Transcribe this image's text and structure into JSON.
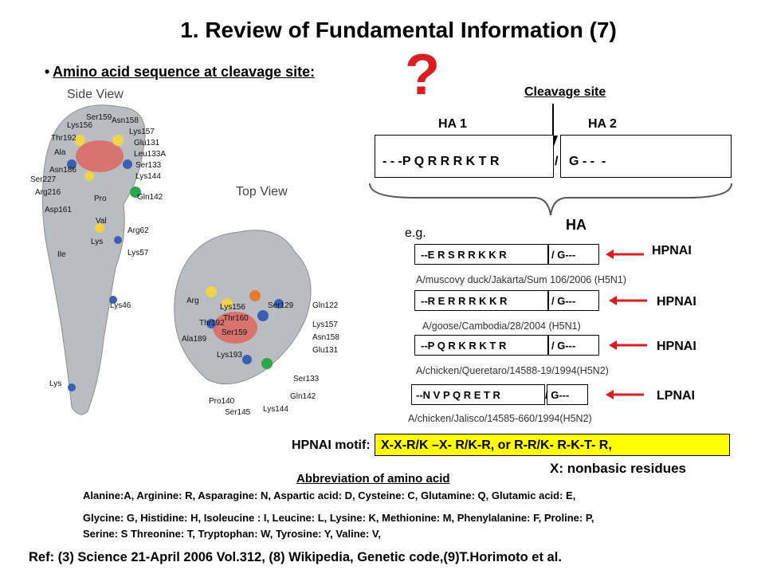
{
  "title": "1. Review of Fundamental Information (7)",
  "subtitle": "Amino acid sequence at cleavage site:",
  "question_mark": "?",
  "figure": {
    "side_view_label": "Side View",
    "top_view_label": "Top View",
    "side_residues": [
      "Lys156",
      "Ser159",
      "Asn158",
      "Thr192",
      "Lys157",
      "Ala",
      "Glu131",
      "Leu133A",
      "Asn186",
      "Ser133",
      "Ser227",
      "Lys144",
      "Arg216",
      "Pro",
      "Gln142",
      "Asp161",
      "Val",
      "Arg62",
      "Lys",
      "Lys57",
      "Ile",
      "Lys46",
      "Lys"
    ],
    "top_residues": [
      "Arg",
      "Lys156",
      "Ser129",
      "Gln122",
      "Thr160",
      "Thr192",
      "Lys157",
      "Ser159",
      "Asn158",
      "Ala189",
      "Glu131",
      "Lys193",
      "Ser133",
      "Gln142",
      "Pro140",
      "Ser145",
      "Lys144"
    ]
  },
  "cleavage": {
    "label": "Cleavage site",
    "ha1": "HA 1",
    "ha2": "HA 2",
    "left_seq": "- - -P Q R R R K T R",
    "slash": "/",
    "right_seq": "G - -  -",
    "ha": "HA"
  },
  "eg": "e.g.",
  "variants": [
    {
      "left": "--E R S R R K K R",
      "right": "/ G---",
      "strain": "A/muscovy duck/Jakarta/Sum 106/2006 (H5N1)",
      "type": "HPNAI"
    },
    {
      "left": "--R E R R R K K R",
      "right": "/ G---",
      "strain": "A/goose/Cambodia/28/2004 (H5N1)",
      "type": "HPNAI"
    },
    {
      "left": "--P Q R K R K T R",
      "right": "/ G---",
      "strain": "A/chicken/Queretaro/14588-19/1994(H5N2)",
      "type": "HPNAI"
    },
    {
      "left": "--N V P Q R E T R",
      "right": "/ G---",
      "strain": "A/chicken/Jalisco/14585-660/1994(H5N2)",
      "type": "LPNAI"
    }
  ],
  "motif": {
    "label": "HPNAI motif:",
    "text": "X-X-R/K –X- R/K-R, or  R-R/K- R-K-T- R,",
    "note": "X: nonbasic  residues"
  },
  "abbr": {
    "title": "Abbreviation of amino acid",
    "line1": "Alanine:A, Arginine: R, Asparagine: N, Aspartic acid: D, Cysteine: C, Glutamine: Q, Glutamic acid: E,",
    "line2": "Glycine: G, Histidine: H, Isoleucine : I, Leucine: L, Lysine: K, Methionine: M, Phenylalanine: F, Proline: P,",
    "line3": "Serine: S  Threonine: T, Tryptophan: W, Tyrosine: Y, Valine: V,"
  },
  "ref": "Ref: (3) Science 21-April 2006 Vol.312, (8) Wikipedia, Genetic code,(9)T.Horimoto et al.",
  "colors": {
    "arrow": "#d81e1e",
    "highlight": "#ffff00",
    "protein": "#b9bcc0"
  }
}
